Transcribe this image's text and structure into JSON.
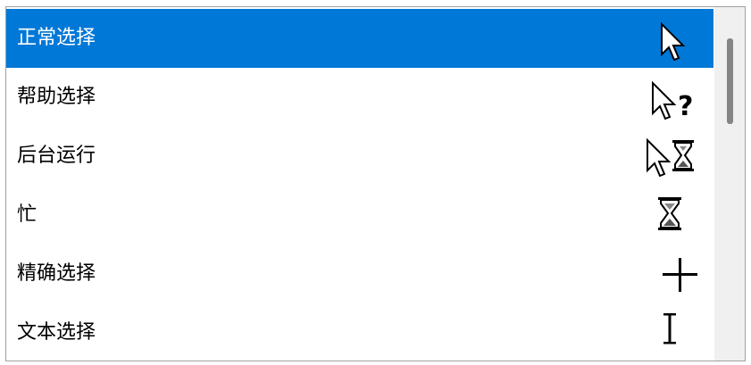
{
  "cursor_list": {
    "items": [
      {
        "label": "正常选择",
        "icon": "arrow-cursor-icon",
        "selected": true
      },
      {
        "label": "帮助选择",
        "icon": "help-cursor-icon",
        "selected": false
      },
      {
        "label": "后台运行",
        "icon": "working-in-background-cursor-icon",
        "selected": false
      },
      {
        "label": "忙",
        "icon": "busy-hourglass-icon",
        "selected": false
      },
      {
        "label": "精确选择",
        "icon": "crosshair-cursor-icon",
        "selected": false
      },
      {
        "label": "文本选择",
        "icon": "text-ibeam-cursor-icon",
        "selected": false
      }
    ]
  },
  "colors": {
    "selection": "#0078d7",
    "selected_text": "#ffffff",
    "text": "#000000"
  }
}
